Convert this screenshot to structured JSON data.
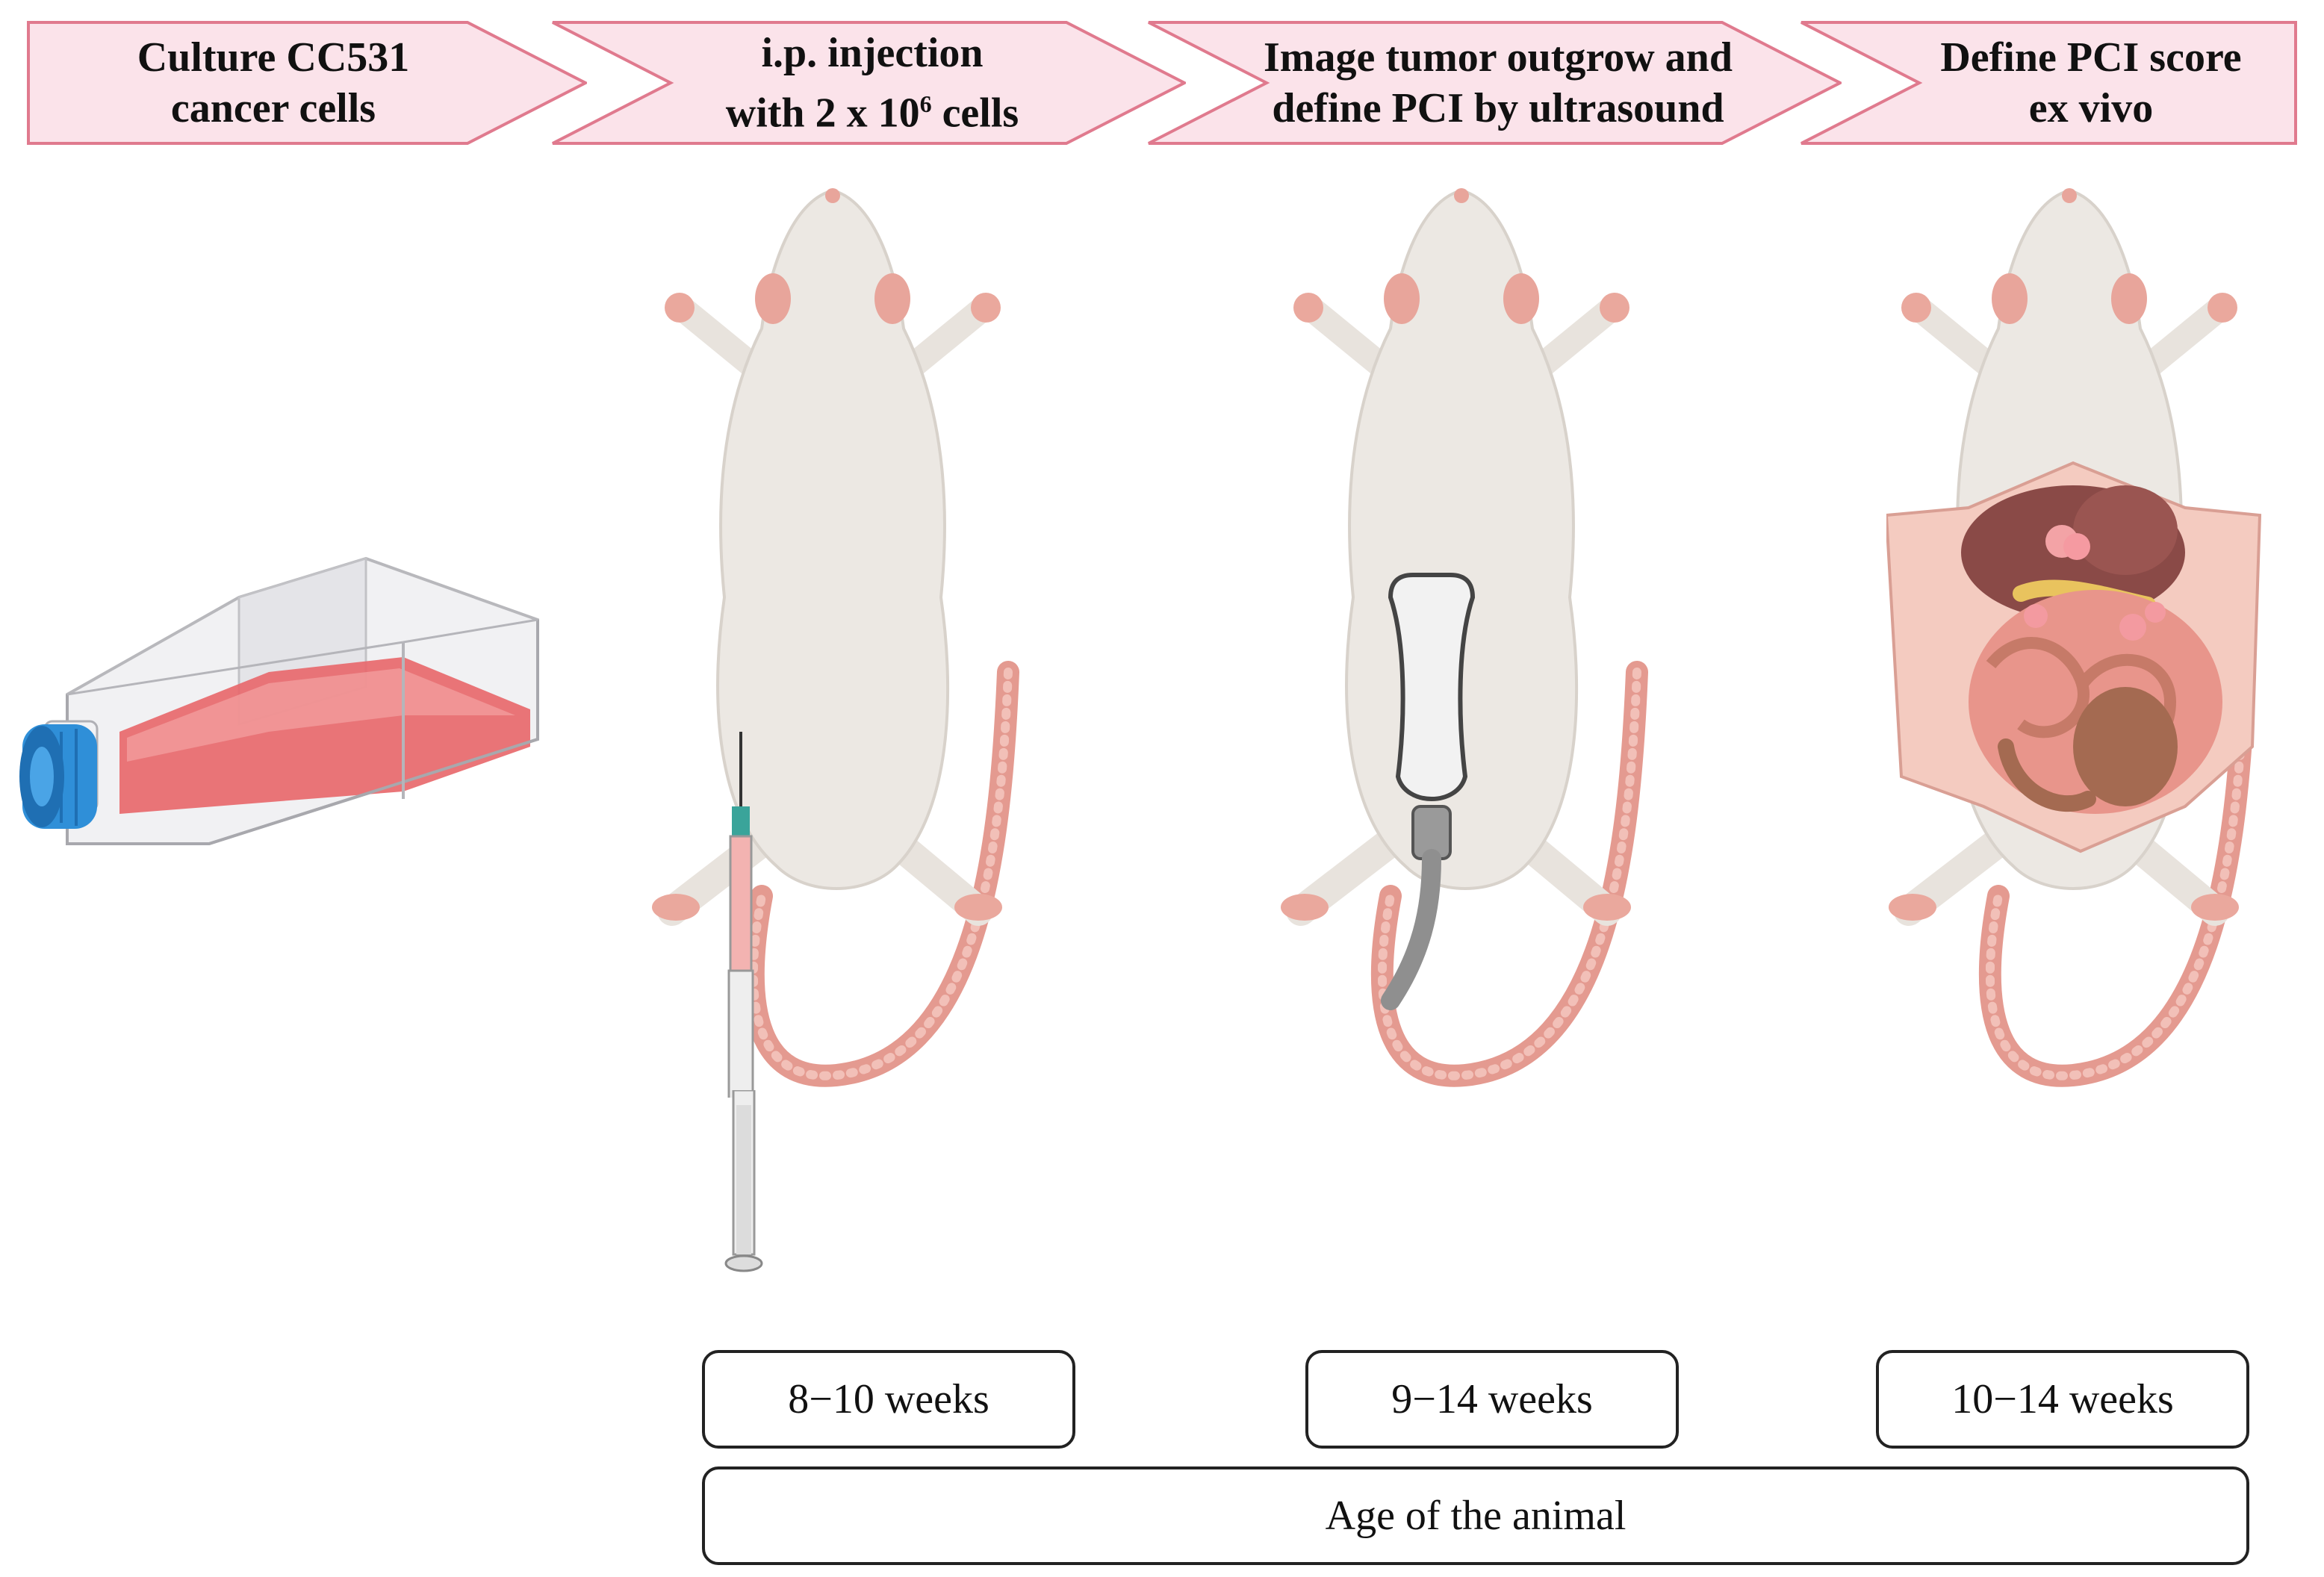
{
  "steps": [
    {
      "line1": "Culture CC531",
      "line2": "cancer cells"
    },
    {
      "line1": "i.p. injection",
      "line2_pre": "with 2 x 10",
      "line2_sup": "6",
      "line2_post": " cells"
    },
    {
      "line1": "Image tumor outgrow and",
      "line2": "define PCI by ultrasound"
    },
    {
      "line1": "Define PCI score",
      "line2": "ex vivo"
    }
  ],
  "ages": [
    "8−10 weeks",
    "9−14 weeks",
    "10−14 weeks"
  ],
  "age_caption": "Age of the animal",
  "colors": {
    "chevron_fill": "#fbe3ea",
    "chevron_stroke": "#e07a8e",
    "media_red": "#e8696c",
    "cap_blue": "#2f8fd8",
    "mouse_body": "#ece8e3",
    "tail": "#e49a90"
  }
}
